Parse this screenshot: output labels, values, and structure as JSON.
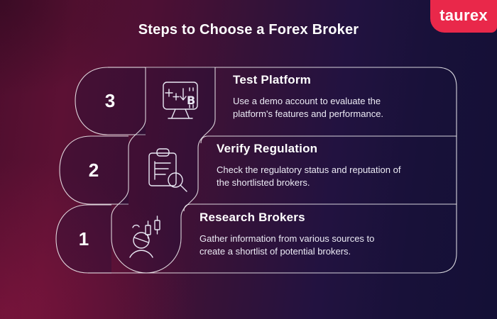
{
  "header": {
    "title": "Steps to Choose a Forex Broker"
  },
  "brand": {
    "name": "taurex",
    "accent_color": "#e9284a"
  },
  "steps": [
    {
      "number": "3",
      "title": "Test Platform",
      "line1": "Use a demo account to evaluate the",
      "line2": "platform's features and performance.",
      "icon": "monitor-crypto-chart-icon"
    },
    {
      "number": "2",
      "title": "Verify Regulation",
      "line1": "Check the regulatory status and reputation of",
      "line2": "the shortlisted brokers.",
      "icon": "clipboard-search-icon"
    },
    {
      "number": "1",
      "title": "Research Brokers",
      "line1": "Gather information from various sources to",
      "line2": "create a shortlist of potential brokers.",
      "icon": "analyst-candlesticks-icon"
    }
  ],
  "colors": {
    "background_left": "#5a1133",
    "background_right": "#151137",
    "outline": "#ffffff",
    "accent": "#e9284a"
  }
}
